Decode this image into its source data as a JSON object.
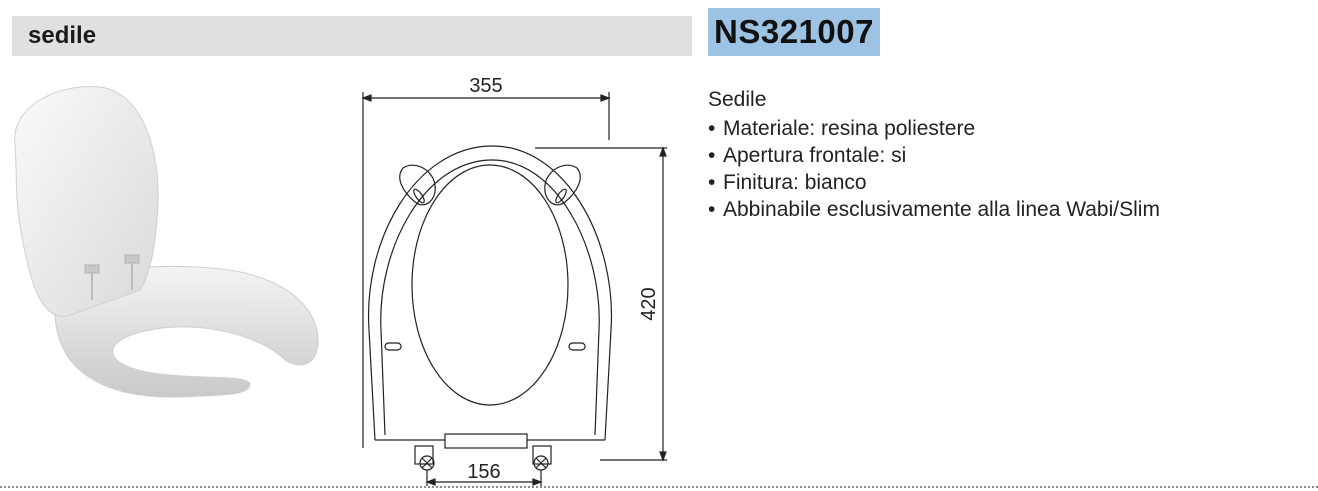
{
  "section": {
    "title": "sedile"
  },
  "product": {
    "code": "NS321007"
  },
  "description": {
    "heading": "Sedile",
    "items": [
      "Materiale: resina poliestere",
      "Apertura frontale: si",
      "Finitura: bianco",
      "Abbinabile esclusivamente alla linea Wabi/Slim"
    ]
  },
  "drawing": {
    "width_label": "355",
    "height_label": "420",
    "hinge_spacing_label": "156"
  },
  "colors": {
    "header_background": "#e0e0e0",
    "code_highlight": "#9cc3e4",
    "text": "#222222"
  }
}
